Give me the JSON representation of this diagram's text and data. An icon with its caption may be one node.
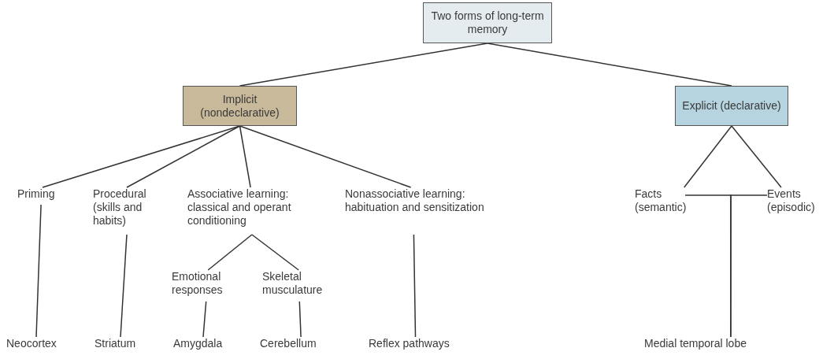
{
  "diagram": {
    "nodes": [
      {
        "text": [
          "Two forms of long-term memory"
        ]
      },
      {
        "text": [
          "Implicit (nondeclarative)"
        ]
      },
      {
        "text": [
          "Explicit (declarative)"
        ]
      },
      {
        "text": [
          "Priming"
        ]
      },
      {
        "text": [
          "Procedural (skills and habits)"
        ]
      },
      {
        "text": [
          "Associative learning: classical and operant conditioning"
        ]
      },
      {
        "text": [
          "Nonassociative learning: habituation and sensitization"
        ]
      },
      {
        "text": [
          "Facts (semantic)"
        ]
      },
      {
        "text": [
          "Events (episodic)"
        ]
      },
      {
        "text": [
          "Emotional responses"
        ]
      },
      {
        "text": [
          "Skeletal musculature"
        ]
      },
      {
        "text": [
          "Neocortex"
        ]
      },
      {
        "text": [
          "Striatum"
        ]
      },
      {
        "text": [
          "Amygdala"
        ]
      },
      {
        "text": [
          "Cerebellum"
        ]
      },
      {
        "text": [
          "Reflex pathways"
        ]
      },
      {
        "text": [
          "Medial temporal lobe"
        ]
      }
    ],
    "edges": [
      {
        "from": 0,
        "to": 1,
        "arrow": "none"
      },
      {
        "from": 0,
        "to": 2,
        "arrow": "none"
      },
      {
        "from": 1,
        "to": 3,
        "arrow": "none"
      },
      {
        "from": 1,
        "to": 4,
        "arrow": "none"
      },
      {
        "from": 1,
        "to": 5,
        "arrow": "none"
      },
      {
        "from": 1,
        "to": 6,
        "arrow": "none"
      },
      {
        "from": 2,
        "to": 7,
        "arrow": "none"
      },
      {
        "from": 2,
        "to": 8,
        "arrow": "none"
      },
      {
        "from": 3,
        "to": 11,
        "arrow": "none"
      },
      {
        "from": 4,
        "to": 12,
        "arrow": "none"
      },
      {
        "from": 5,
        "to": 9,
        "arrow": "none"
      },
      {
        "from": 5,
        "to": 10,
        "arrow": "none"
      },
      {
        "from": 9,
        "to": 13,
        "arrow": "none"
      },
      {
        "from": 10,
        "to": 14,
        "arrow": "none"
      },
      {
        "from": 6,
        "to": 15,
        "arrow": "none"
      },
      {
        "from": 7,
        "to": 16,
        "arrow": "none"
      },
      {
        "from": 8,
        "to": 16,
        "arrow": "none"
      }
    ]
  }
}
